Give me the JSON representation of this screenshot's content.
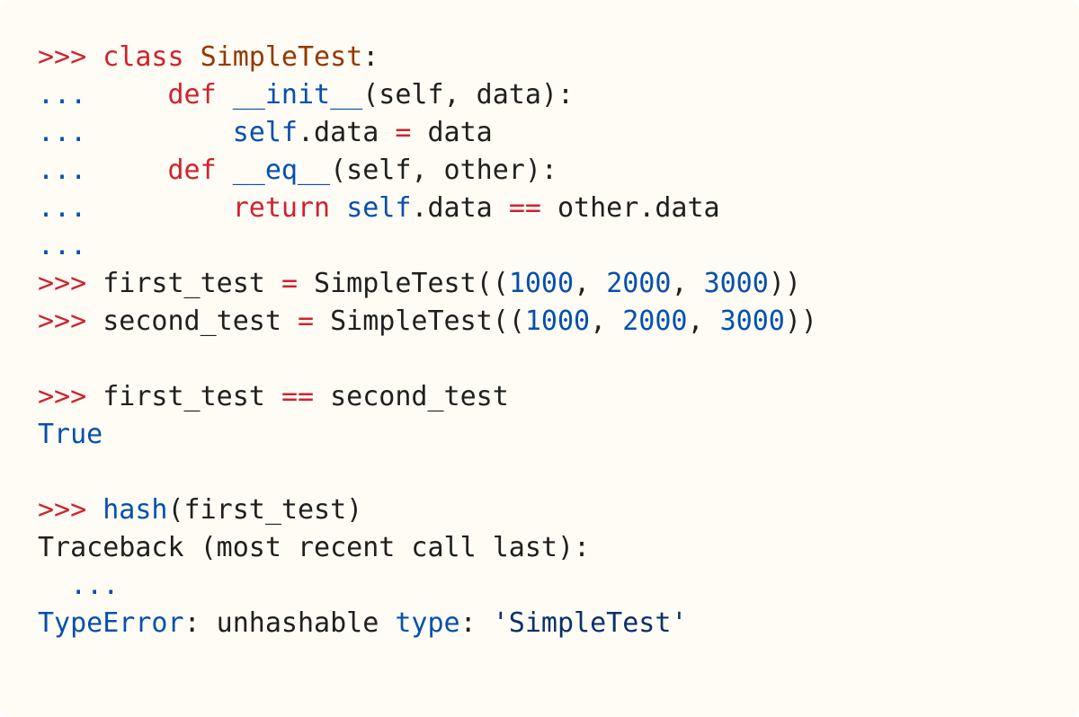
{
  "theme": {
    "background": "#fffcf5",
    "default_text": "#1f1f1f",
    "token_colors": {
      "prompt": "#cf222e",
      "continuation": "#0550ae",
      "keyword": "#cf222e",
      "classname": "#953800",
      "builtin": "#0550ae",
      "dunder": "#0550ae",
      "operator": "#cf222e",
      "number": "#0550ae",
      "constant": "#0550ae",
      "exception": "#0550ae",
      "string": "#0a3069",
      "text": "#1f1f1f"
    }
  },
  "code": {
    "lines": [
      [
        {
          "t": ">>> ",
          "c": "prompt"
        },
        {
          "t": "class",
          "c": "keyword"
        },
        {
          "t": " ",
          "c": "text"
        },
        {
          "t": "SimpleTest",
          "c": "classname"
        },
        {
          "t": ":",
          "c": "text"
        }
      ],
      [
        {
          "t": "...",
          "c": "continuation"
        },
        {
          "t": "     ",
          "c": "text"
        },
        {
          "t": "def",
          "c": "keyword"
        },
        {
          "t": " ",
          "c": "text"
        },
        {
          "t": "__init__",
          "c": "dunder"
        },
        {
          "t": "(self, data):",
          "c": "text"
        }
      ],
      [
        {
          "t": "...",
          "c": "continuation"
        },
        {
          "t": "         ",
          "c": "text"
        },
        {
          "t": "self",
          "c": "builtin"
        },
        {
          "t": ".data ",
          "c": "text"
        },
        {
          "t": "=",
          "c": "operator"
        },
        {
          "t": " data",
          "c": "text"
        }
      ],
      [
        {
          "t": "...",
          "c": "continuation"
        },
        {
          "t": "     ",
          "c": "text"
        },
        {
          "t": "def",
          "c": "keyword"
        },
        {
          "t": " ",
          "c": "text"
        },
        {
          "t": "__eq__",
          "c": "dunder"
        },
        {
          "t": "(self, other):",
          "c": "text"
        }
      ],
      [
        {
          "t": "...",
          "c": "continuation"
        },
        {
          "t": "         ",
          "c": "text"
        },
        {
          "t": "return",
          "c": "keyword"
        },
        {
          "t": " ",
          "c": "text"
        },
        {
          "t": "self",
          "c": "builtin"
        },
        {
          "t": ".data ",
          "c": "text"
        },
        {
          "t": "==",
          "c": "operator"
        },
        {
          "t": " other.data",
          "c": "text"
        }
      ],
      [
        {
          "t": "...",
          "c": "continuation"
        }
      ],
      [
        {
          "t": ">>> ",
          "c": "prompt"
        },
        {
          "t": "first_test ",
          "c": "text"
        },
        {
          "t": "=",
          "c": "operator"
        },
        {
          "t": " SimpleTest((",
          "c": "text"
        },
        {
          "t": "1000",
          "c": "number"
        },
        {
          "t": ", ",
          "c": "text"
        },
        {
          "t": "2000",
          "c": "number"
        },
        {
          "t": ", ",
          "c": "text"
        },
        {
          "t": "3000",
          "c": "number"
        },
        {
          "t": "))",
          "c": "text"
        }
      ],
      [
        {
          "t": ">>> ",
          "c": "prompt"
        },
        {
          "t": "second_test ",
          "c": "text"
        },
        {
          "t": "=",
          "c": "operator"
        },
        {
          "t": " SimpleTest((",
          "c": "text"
        },
        {
          "t": "1000",
          "c": "number"
        },
        {
          "t": ", ",
          "c": "text"
        },
        {
          "t": "2000",
          "c": "number"
        },
        {
          "t": ", ",
          "c": "text"
        },
        {
          "t": "3000",
          "c": "number"
        },
        {
          "t": "))",
          "c": "text"
        }
      ],
      [],
      [
        {
          "t": ">>> ",
          "c": "prompt"
        },
        {
          "t": "first_test ",
          "c": "text"
        },
        {
          "t": "==",
          "c": "operator"
        },
        {
          "t": " second_test",
          "c": "text"
        }
      ],
      [
        {
          "t": "True",
          "c": "constant"
        }
      ],
      [],
      [
        {
          "t": ">>> ",
          "c": "prompt"
        },
        {
          "t": "hash",
          "c": "builtin"
        },
        {
          "t": "(first_test)",
          "c": "text"
        }
      ],
      [
        {
          "t": "Traceback (most recent call last):",
          "c": "text"
        }
      ],
      [
        {
          "t": "  ",
          "c": "text"
        },
        {
          "t": "...",
          "c": "continuation"
        }
      ],
      [
        {
          "t": "TypeError",
          "c": "exception"
        },
        {
          "t": ": unhashable ",
          "c": "text"
        },
        {
          "t": "type",
          "c": "builtin"
        },
        {
          "t": ": ",
          "c": "text"
        },
        {
          "t": "'SimpleTest'",
          "c": "string"
        }
      ]
    ]
  }
}
